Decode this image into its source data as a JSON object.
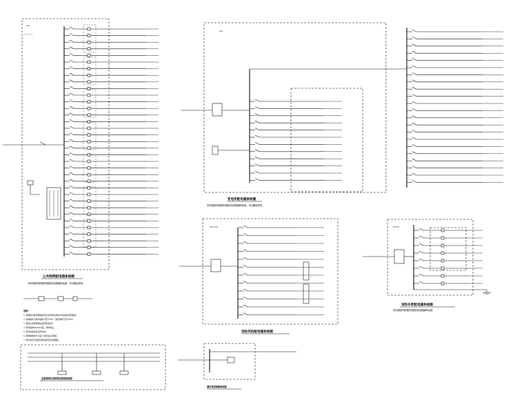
{
  "panels": {
    "left": {
      "id": "AL1",
      "caption": "公共照明配电箱系统图",
      "subcaption": "本系统图均按照配电箱实际回路编号绘制，详见图纸说明。"
    },
    "middle": {
      "id": "AL2",
      "caption": "变电所配电箱系统图",
      "subcaption": "本系统图均按照配电箱实际回路编号绘制，详见图纸说明。"
    },
    "lower_middle": {
      "id": "AL3-1(2)",
      "caption": "消防风机配电箱系统图"
    },
    "right": {
      "id": "AT1(2)",
      "caption": "消防水泵配电箱系统图",
      "subcaption": "本系统图均按照配电箱实际回路编号绘制。"
    },
    "bottom_left": {
      "caption": "应急照明及消防联动控制系统图"
    },
    "bottom_middle": {
      "caption": "潜污泵控制箱系统图"
    }
  },
  "notes": {
    "title": "说明：",
    "lines": [
      "1. 配电箱内所有断路器均应具有隔离功能并满足相关规范要求。",
      "2. 配电箱外壳防护等级不低于IP30，潮湿场所不低于IP54。",
      "3. 消防负荷配电箱应设有明显标志。",
      "4. 导线选用WDZ-BYJ型，穿管敷设。",
      "5. 所有回路均应设置PE线。",
      "6. 配电箱箱体尺寸由厂家深化设计确定。",
      "7. 未尽事宜详见国家相关规范及标准图集。"
    ]
  }
}
